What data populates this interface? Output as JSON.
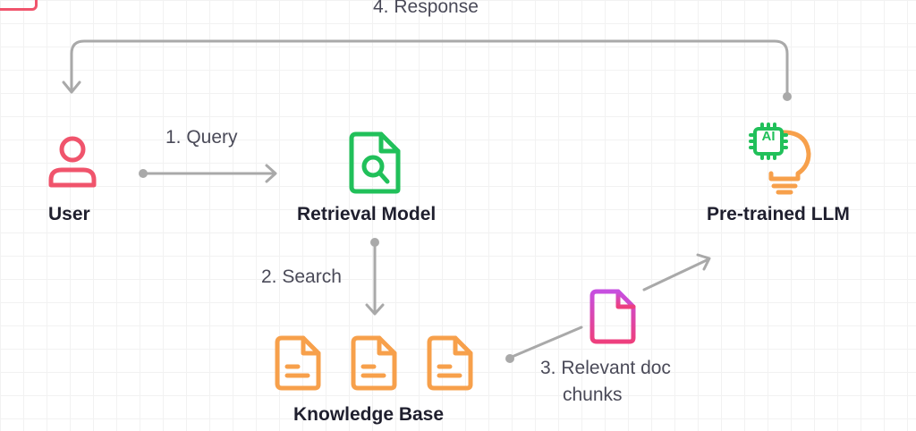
{
  "steps": {
    "response": "4. Response",
    "query": "1. Query",
    "search": "2. Search",
    "chunks_line1": "3. Relevant doc",
    "chunks_line2": "chunks"
  },
  "nodes": {
    "user": "User",
    "retrieval_model": "Retrieval Model",
    "llm": "Pre-trained LLM",
    "llm_badge": "AI",
    "knowledge_base": "Knowledge Base"
  },
  "colors": {
    "user": "#f0546c",
    "retrieval": "#21c05a",
    "llm_chip": "#21c05a",
    "llm_bulb": "#f7a04b",
    "knowledge_base": "#f7a04b",
    "chunk_doc_top": "#c64fe0",
    "chunk_doc_bottom": "#ee3f7d",
    "arrow": "#a9a9a9"
  }
}
